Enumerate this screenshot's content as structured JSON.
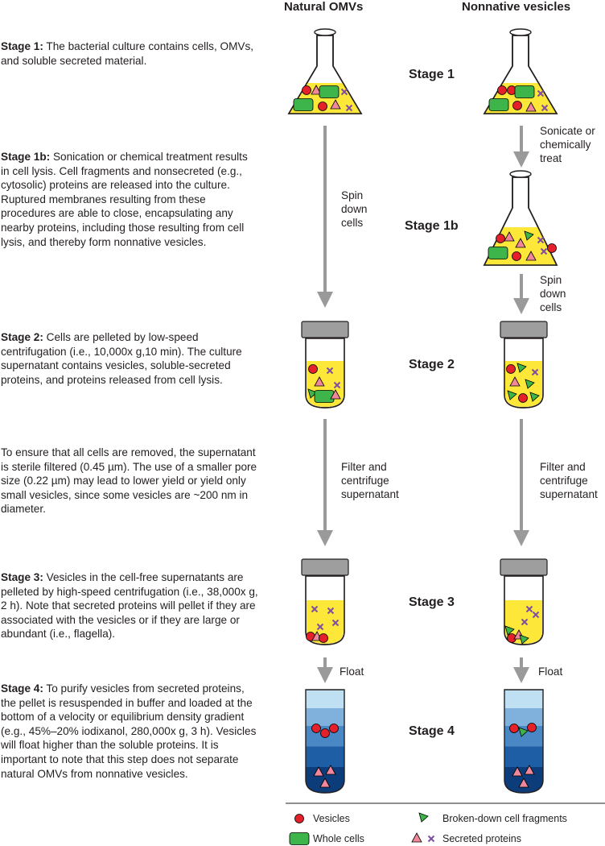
{
  "columns": {
    "natural": "Natural OMVs",
    "nonnative": "Nonnative vesicles"
  },
  "descriptions": [
    {
      "lead": "Stage 1:",
      "body": "  The bacterial culture contains cells, OMVs, and soluble secreted material."
    },
    {
      "lead": "Stage 1b:",
      "body": " Sonication or chemical treatment results in cell lysis. Cell fragments and nonsecreted (e.g., cytosolic) proteins are released into the culture. Ruptured membranes resulting from these procedures are able to close, encapsulating any nearby proteins, including those resulting from cell lysis, and thereby form nonnative vesicles."
    },
    {
      "lead": "Stage 2:",
      "body": " Cells are pelleted by low-speed centrifugation (i.e., 10,000x g,10 min). The culture supernatant contains vesicles, soluble-secreted proteins, and proteins released from cell lysis."
    },
    {
      "lead": "",
      "body": "To ensure that all cells are removed, the supernatant is sterile filtered (0.45 µm). The use of a smaller pore size (0.22 µm) may lead to lower yield or yield only small vesicles, since some vesicles are ~200 nm in diameter."
    },
    {
      "lead": "Stage 3:",
      "body": " Vesicles in the cell-free supernatants are pelleted by high-speed centrifugation (i.e., 38,000x g, 2 h). Note that secreted proteins will pellet if they are associated with the vesicles or if they are large or abundant (i.e., flagella)."
    },
    {
      "lead": "Stage 4:",
      "body": " To purify vesicles from secreted proteins, the pellet is resuspended in buffer and loaded at the bottom of a velocity or equilibrium density gradient (e.g., 45%–20% iodixanol, 280,000x g, 3 h). Vesicles will float higher than the soluble proteins. It is important to note that this step does not separate natural OMVs from nonnative vesicles."
    }
  ],
  "stages": {
    "s1": "Stage 1",
    "s1b": "Stage 1b",
    "s2": "Stage 2",
    "s3": "Stage 3",
    "s4": "Stage 4"
  },
  "steps": {
    "sonicate": "Sonicate or chemically treat",
    "spin_left": "Spin down cells",
    "spin_right": "Spin down cells",
    "filter_left": "Filter and centrifuge supernatant",
    "filter_right": "Filter and centrifuge supernatant",
    "float_left": "Float",
    "float_right": "Float"
  },
  "legend": {
    "vesicles": "Vesicles",
    "whole_cells": "Whole cells",
    "fragments": "Broken-down cell fragments",
    "secreted": "Secreted proteins"
  },
  "colors": {
    "culture_yellow": "#fde83a",
    "vesicle_red": "#e4202a",
    "cell_green": "#3db54a",
    "secreted_pink": "#f0879a",
    "x_purple": "#7f4ea0",
    "arrow_gray": "#9a9a9a",
    "cap_gray": "#9e9e9e",
    "gradient_top": "#bfe0f3",
    "gradient_bottom": "#0c3c7a"
  }
}
